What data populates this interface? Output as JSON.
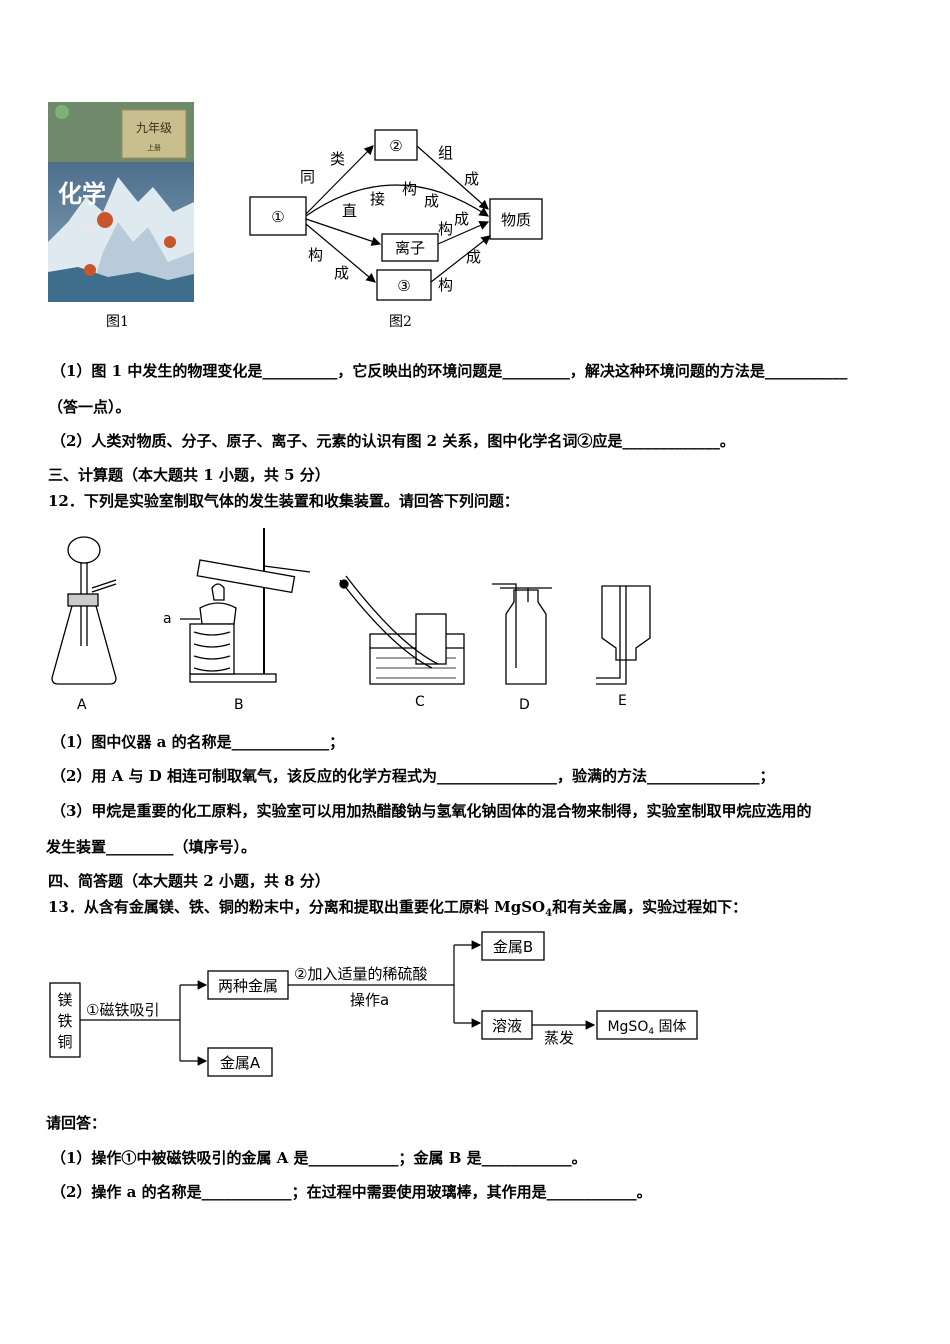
{
  "fig1": {
    "cover_grade": "九年级",
    "cover_term": "上册",
    "cover_title": "化学",
    "caption": "图1"
  },
  "fig2": {
    "caption": "图2",
    "node1": "①",
    "node2": "②",
    "node3": "③",
    "ion": "离子",
    "matter": "物质",
    "lbl_tong": "同",
    "lbl_lei": "类",
    "lbl_zu": "组",
    "lbl_cheng1": "成",
    "lbl_zhi": "直",
    "lbl_jie": "接",
    "lbl_gou1": "构",
    "lbl_cheng2": "成",
    "lbl_gou2": "构",
    "lbl_cheng3": "成",
    "lbl_gou3": "构",
    "lbl_cheng4": "成",
    "lbl_cheng5": "成",
    "lbl_gou4": "构"
  },
  "q11": {
    "p1": "（1）图 1 中发生的物理变化是__________，它反映出的环境问题是_________，解决这种环境问题的方法是___________",
    "p1b": "（答一点）。",
    "p2": "（2）人类对物质、分子、原子、离子、元素的认识有图 2 关系，图中化学名词②应是_____________。"
  },
  "section3": "三、计算题（本大题共 1 小题，共 5 分）",
  "q12": {
    "stem": "12．下列是实验室制取气体的发生装置和收集装置。请回答下列问题：",
    "apparatus_labels": [
      "A",
      "B",
      "C",
      "D",
      "E"
    ],
    "label_a": "a",
    "p1": "（1）图中仪器 a 的名称是_____________；",
    "p2": "（2）用 A 与 D 相连可制取氧气，该反应的化学方程式为________________，验满的方法_______________；",
    "p3": "（3）甲烷是重要的化工原料，实验室可以用加热醋酸钠与氢氧化钠固体的混合物来制得，实验室制取甲烷应选用的",
    "p3b": "发生装置_________（填序号）。"
  },
  "section4": "四、简答题（本大题共 2 小题，共 8 分）",
  "q13": {
    "stem_pre": "13．从含有金属镁、铁、铜的粉末中，分离和提取出重要化工原料 MgSO",
    "stem_sub": "4",
    "stem_post": "和有关金属，实验过程如下：",
    "flow": {
      "start": [
        "镁",
        "铁",
        "铜"
      ],
      "step1": "①磁铁吸引",
      "two_metals": "两种金属",
      "metal_a": "金属A",
      "step2": "②加入适量的稀硫酸",
      "op_a": "操作a",
      "metal_b": "金属B",
      "solution": "溶液",
      "evaporate": "蒸发",
      "product_pre": "MgSO",
      "product_sub": "4",
      "product_post": " 固体"
    },
    "ask": "请回答：",
    "p1": "（1）操作①中被磁铁吸引的金属 A 是____________；金属 B 是____________。",
    "p2": "（2）操作 a 的名称是____________；在过程中需要使用玻璃棒，其作用是____________。"
  }
}
